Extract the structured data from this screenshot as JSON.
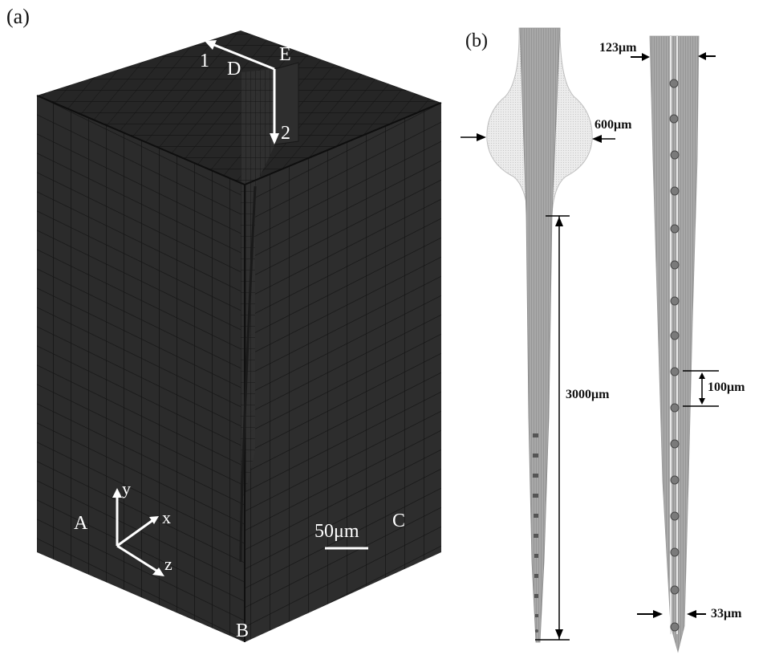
{
  "figure": {
    "panel_a": {
      "label": "(a)",
      "corner_labels": {
        "A": "A",
        "B": "B",
        "C": "C",
        "D": "D",
        "E": "E"
      },
      "direction_labels": {
        "dir1": "1",
        "dir2": "2"
      },
      "axes": {
        "x": "x",
        "y": "y",
        "z": "z"
      },
      "scale_bar": "50μm",
      "mesh_color": "#2a2a2a",
      "mesh_line_color": "#111111",
      "annotation_color": "#ffffff"
    },
    "panel_b": {
      "label": "(b)",
      "dimensions": {
        "bulb_width": "600μm",
        "shank_length": "3000μm",
        "top_width": "123μm",
        "electrode_pitch": "100μm",
        "tip_width": "33μm"
      },
      "probe_color": "#9a9a9a",
      "bulb_color": "#e4e4e4"
    }
  }
}
